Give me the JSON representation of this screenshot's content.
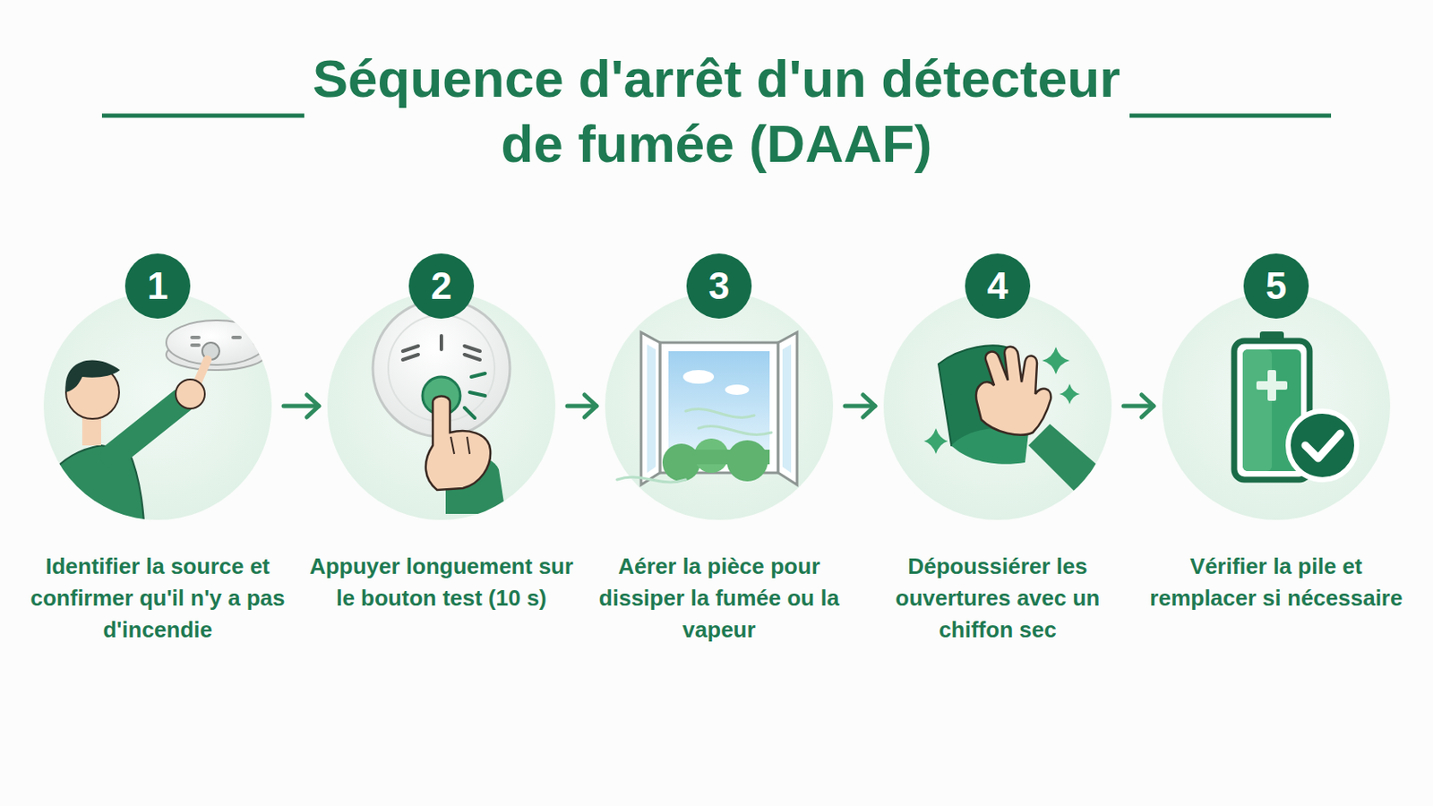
{
  "diagram": {
    "title": "Séquence d'arrêt d'un détecteur de fumée (DAAF)",
    "nodes": [
      {
        "text": [
          "1",
          "Identifier la source et confirmer qu'il n'y a pas d'incendie"
        ]
      },
      {
        "text": [
          "2",
          "Appuyer longuement sur le bouton test (10 s)"
        ]
      },
      {
        "text": [
          "3",
          "Aérer la pièce pour dissiper la fumée ou la vapeur"
        ]
      },
      {
        "text": [
          "4",
          "Dépoussiérer les ouvertures avec un chiffon sec"
        ]
      },
      {
        "text": [
          "5",
          "Vérifier la pile et remplacer si nécessaire"
        ]
      }
    ],
    "edges": [
      {
        "from": 0,
        "to": 1,
        "arrow": "to"
      },
      {
        "from": 1,
        "to": 2,
        "arrow": "to"
      },
      {
        "from": 2,
        "to": 3,
        "arrow": "to"
      },
      {
        "from": 3,
        "to": 4,
        "arrow": "to"
      }
    ]
  }
}
